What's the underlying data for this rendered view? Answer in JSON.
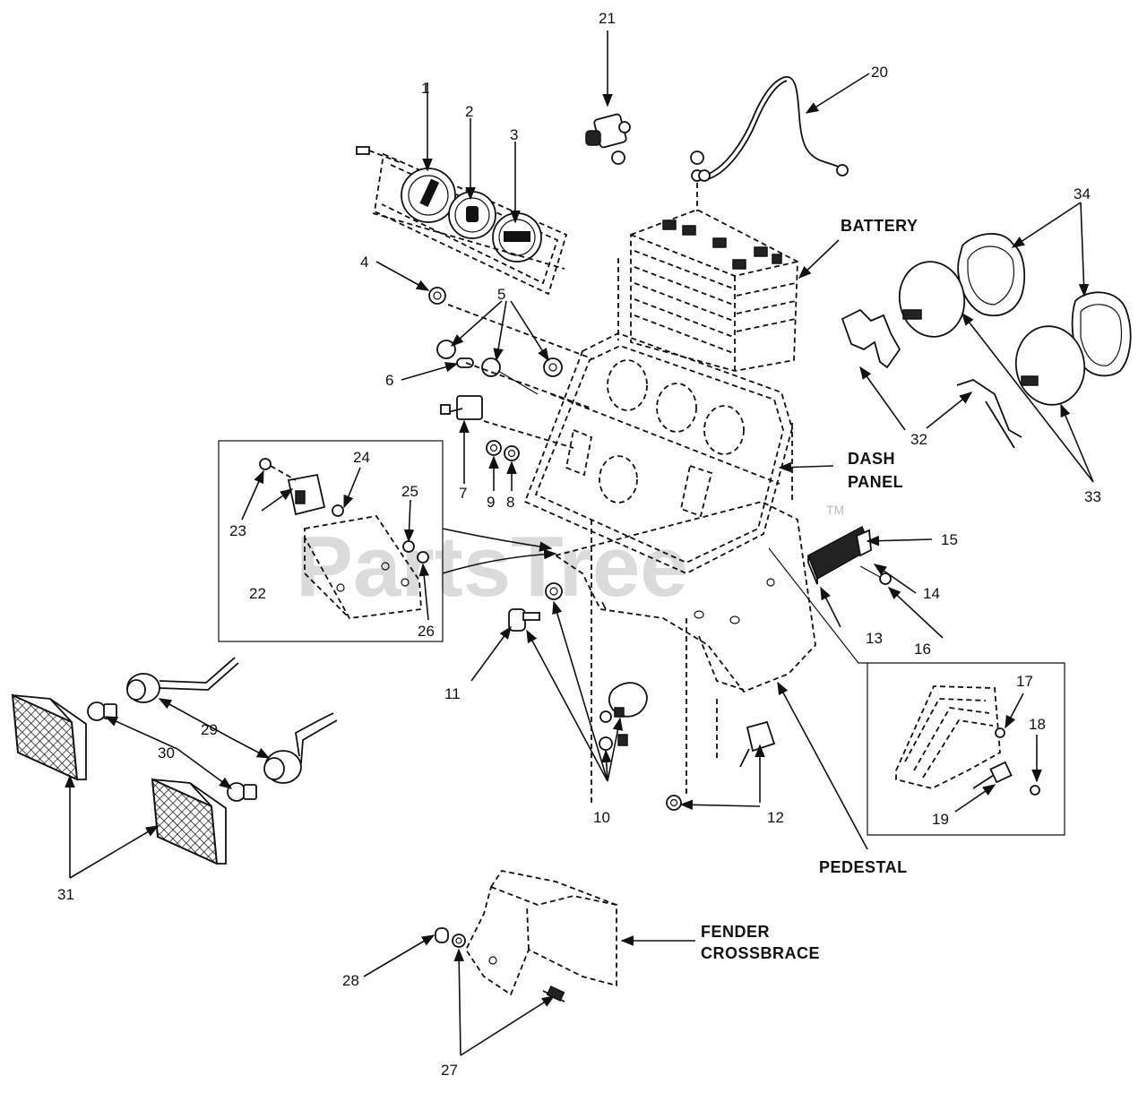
{
  "watermark": {
    "text": "PartsTree",
    "tm": "TM"
  },
  "labels": {
    "battery": "BATTERY",
    "dash1": "DASH",
    "dash2": "PANEL",
    "pedestal": "PEDESTAL",
    "fender1": "FENDER",
    "fender2": "CROSSBRACE"
  },
  "callouts": {
    "n1": "1",
    "n2": "2",
    "n3": "3",
    "n4": "4",
    "n5": "5",
    "n6": "6",
    "n7": "7",
    "n8": "8",
    "n9": "9",
    "n10": "10",
    "n11": "11",
    "n12": "12",
    "n13": "13",
    "n14": "14",
    "n15": "15",
    "n16": "16",
    "n17": "17",
    "n18": "18",
    "n19": "19",
    "n20": "20",
    "n21": "21",
    "n22": "22",
    "n23": "23",
    "n24": "24",
    "n25": "25",
    "n26": "26",
    "n27": "27",
    "n28": "28",
    "n29": "29",
    "n30": "30",
    "n31": "31",
    "n32": "32",
    "n33": "33",
    "n34": "34"
  }
}
